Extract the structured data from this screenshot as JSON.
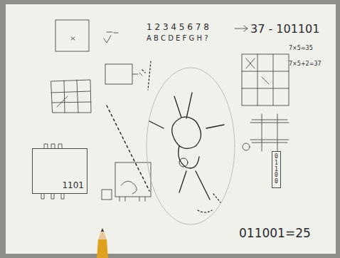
{
  "diagram": {
    "nodes": [
      {
        "text": [
          "1101"
        ]
      },
      {
        "text": [
          "01100"
        ]
      }
    ],
    "edges": [],
    "labels": [
      "1 2 3 4 5 6 7 8",
      "A B C D E F G H ?",
      "37 - 101101",
      "7×5=35",
      "7×5+2=37",
      "011001=25"
    ]
  }
}
